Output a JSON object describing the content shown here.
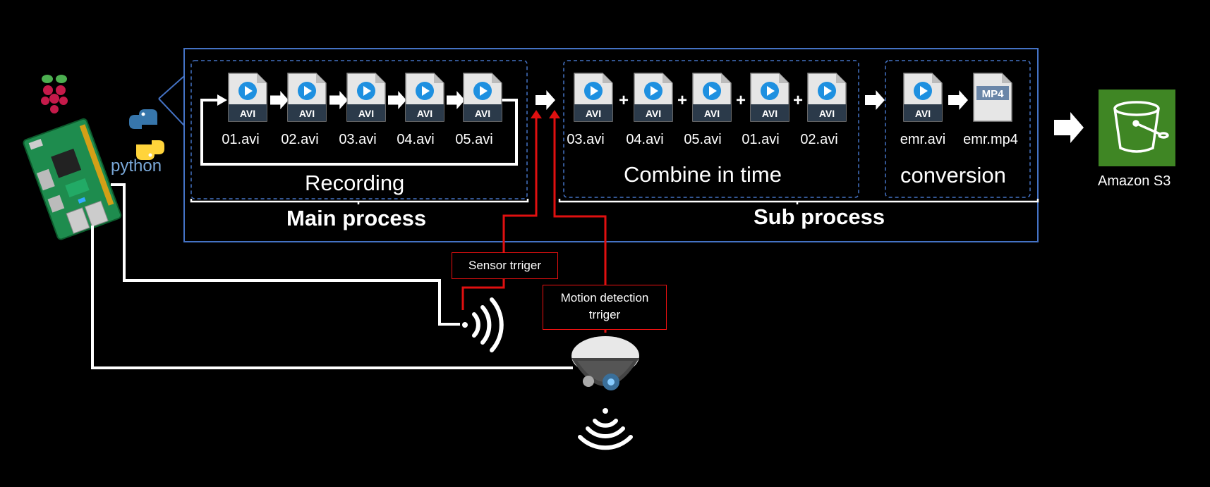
{
  "colors": {
    "background": "#000000",
    "frame": "#4472C4",
    "trigger": "#E01010",
    "s3": "#3F8624",
    "play": "#1E90E0"
  },
  "main_process": {
    "label": "Main process",
    "group_label": "Recording",
    "files": [
      "01.avi",
      "02.avi",
      "03.avi",
      "04.avi",
      "05.avi"
    ]
  },
  "sub_process": {
    "label": "Sub process",
    "combine": {
      "label": "Combine in time",
      "files": [
        "03.avi",
        "04.avi",
        "05.avi",
        "01.avi",
        "02.avi"
      ]
    },
    "conversion": {
      "label": "conversion",
      "input": "emr.avi",
      "output": "emr.mp4"
    }
  },
  "file_icon": {
    "tag": "AVI",
    "mp4_tag": "MP4"
  },
  "logos": {
    "python": "python"
  },
  "triggers": {
    "sensor": "Sensor trriger",
    "motion_line1": "Motion detection",
    "motion_line2": "trriger"
  },
  "destination": {
    "label": "Amazon S3"
  }
}
